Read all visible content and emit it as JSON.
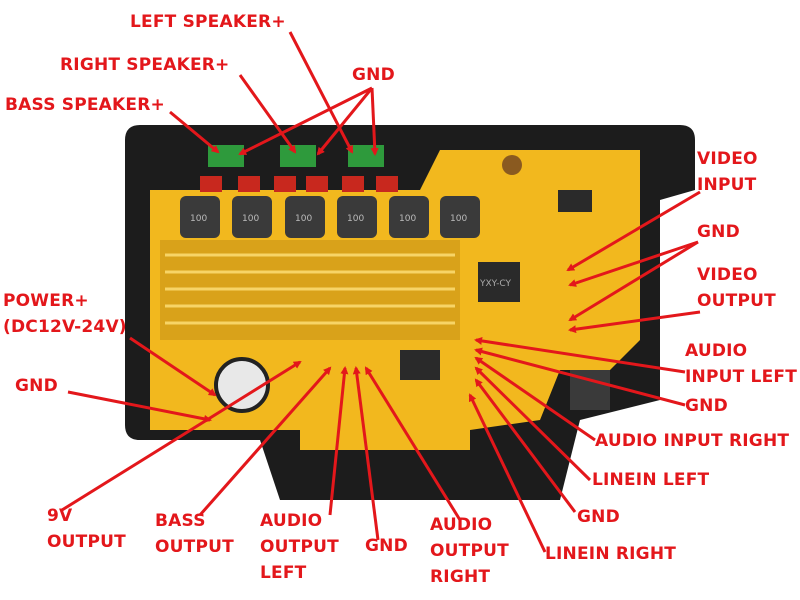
{
  "colors": {
    "label": "#e3171b",
    "board": "#f2b81e",
    "housing": "#1c1c1c",
    "heatsink": "#d9a21a",
    "inductor": "#3a3a3a",
    "terminal": "#2e9a3c",
    "capacitor": "#c8281e"
  },
  "board_text": {
    "chip": "YXY-CY",
    "inductor": "100"
  },
  "labels": {
    "left_speaker": "LEFT SPEAKER+",
    "right_speaker": "RIGHT SPEAKER+",
    "bass_speaker": "BASS SPEAKER+",
    "gnd_top": "GND",
    "video_input": [
      "VIDEO",
      "INPUT"
    ],
    "gnd_video": "GND",
    "video_output": [
      "VIDEO",
      "OUTPUT"
    ],
    "audio_input_left": [
      "AUDIO",
      "INPUT LEFT"
    ],
    "gnd_audio_in": "GND",
    "audio_input_right": "AUDIO INPUT RIGHT",
    "linein_left": "LINEIN LEFT",
    "gnd_linein": "GND",
    "linein_right": "LINEIN RIGHT",
    "power": [
      "POWER+",
      "(DC12V-24V)"
    ],
    "gnd_left": "GND",
    "out_9v": [
      "9V",
      "OUTPUT"
    ],
    "bass_output": [
      "BASS",
      "OUTPUT"
    ],
    "audio_output_left": [
      "AUDIO",
      "OUTPUT",
      "LEFT"
    ],
    "gnd_bottom": "GND",
    "audio_output_right": [
      "AUDIO",
      "OUTPUT",
      "RIGHT"
    ]
  }
}
